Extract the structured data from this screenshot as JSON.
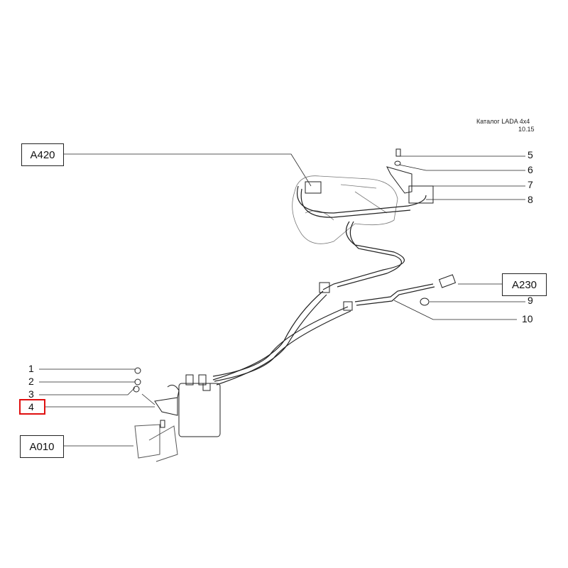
{
  "header": {
    "catalog": "Каталог  LADA  4x4",
    "page": "10.15"
  },
  "callouts": {
    "ref_a420": "A420",
    "ref_a230": "A230",
    "ref_a010": "A010",
    "parts": [
      "1",
      "2",
      "3",
      "4",
      "5",
      "6",
      "7",
      "8",
      "9",
      "10"
    ]
  },
  "selected_part": "4",
  "colors": {
    "highlight": "#e01010",
    "line": "#222222"
  }
}
